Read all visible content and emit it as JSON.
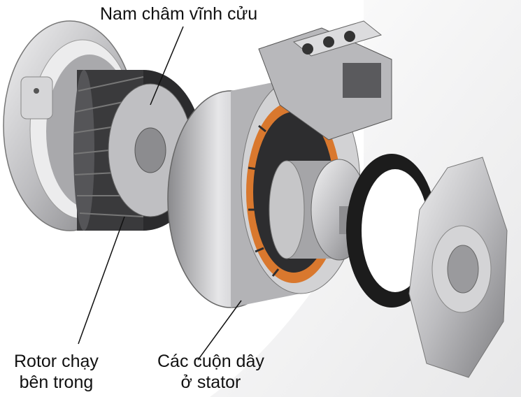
{
  "labels": {
    "magnet": "Nam châm vĩnh cửu",
    "rotor_line1": "Rotor chạy",
    "rotor_line2": "bên trong",
    "stator_line1": "Các cuộn dây",
    "stator_line2": "ở stator"
  },
  "colors": {
    "metal": "#c9c9cb",
    "dark_metal": "#4a4a4c",
    "coil": "#d9782e",
    "seal": "#1c1c1c"
  }
}
